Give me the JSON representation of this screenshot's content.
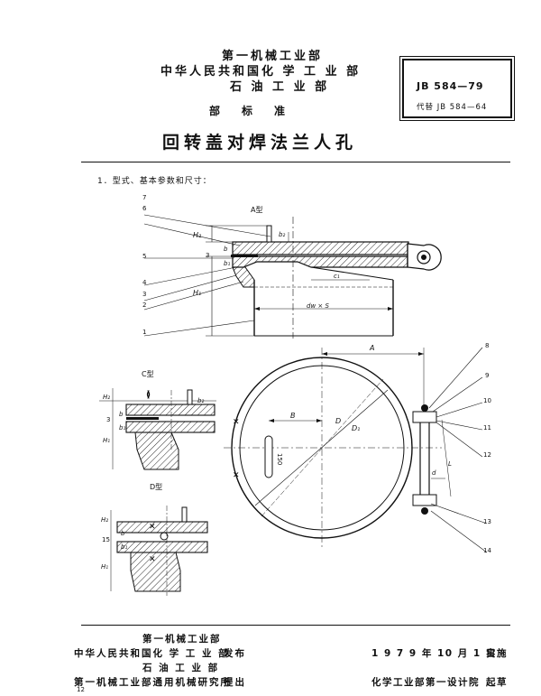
{
  "header": {
    "issuers": [
      "第一机械工业部",
      "中华人民共和国化 学 工 业 部",
      "石 油 工 业 部"
    ],
    "category": "部　　标　　准",
    "title": "回转盖对焊法兰人孔"
  },
  "standard_box": {
    "number": "JB 584—79",
    "replaces": "代替 JB 584—64"
  },
  "section": {
    "heading": "1．型式、基本参数和尺寸："
  },
  "drawing": {
    "type_labels": {
      "a": "A型",
      "c": "C型",
      "d": "D型"
    },
    "part_numbers": [
      "1",
      "2",
      "3",
      "4",
      "5",
      "6",
      "7",
      "8",
      "9",
      "10",
      "11",
      "12",
      "13",
      "14"
    ],
    "dimension_labels": {
      "h2": "H₂",
      "h1": "H₁",
      "b": "b",
      "b1": "b₁",
      "b2": "b₂",
      "a_dim": "A",
      "b_dim": "B",
      "d_diam": "D",
      "d1_diam": "D₁",
      "d_small": "d",
      "dw_s": "dw × S",
      "length_l": "L",
      "slot": "150",
      "c1": "c₁",
      "three": "3",
      "fifteen": "15"
    }
  },
  "footer": {
    "issuers": [
      "第一机械工业部",
      "中华人民共和国化 学 工 业 部",
      "石 油 工 业 部"
    ],
    "publish": "发布",
    "proposer": "第一机械工业部通用机械研究所",
    "propose": "提出",
    "effective_date": "1 9 7 9 年 10 月 1 日",
    "effective": "实施",
    "drafter": "化学工业部第一设计院",
    "draft": "起草",
    "page_number": "12"
  }
}
